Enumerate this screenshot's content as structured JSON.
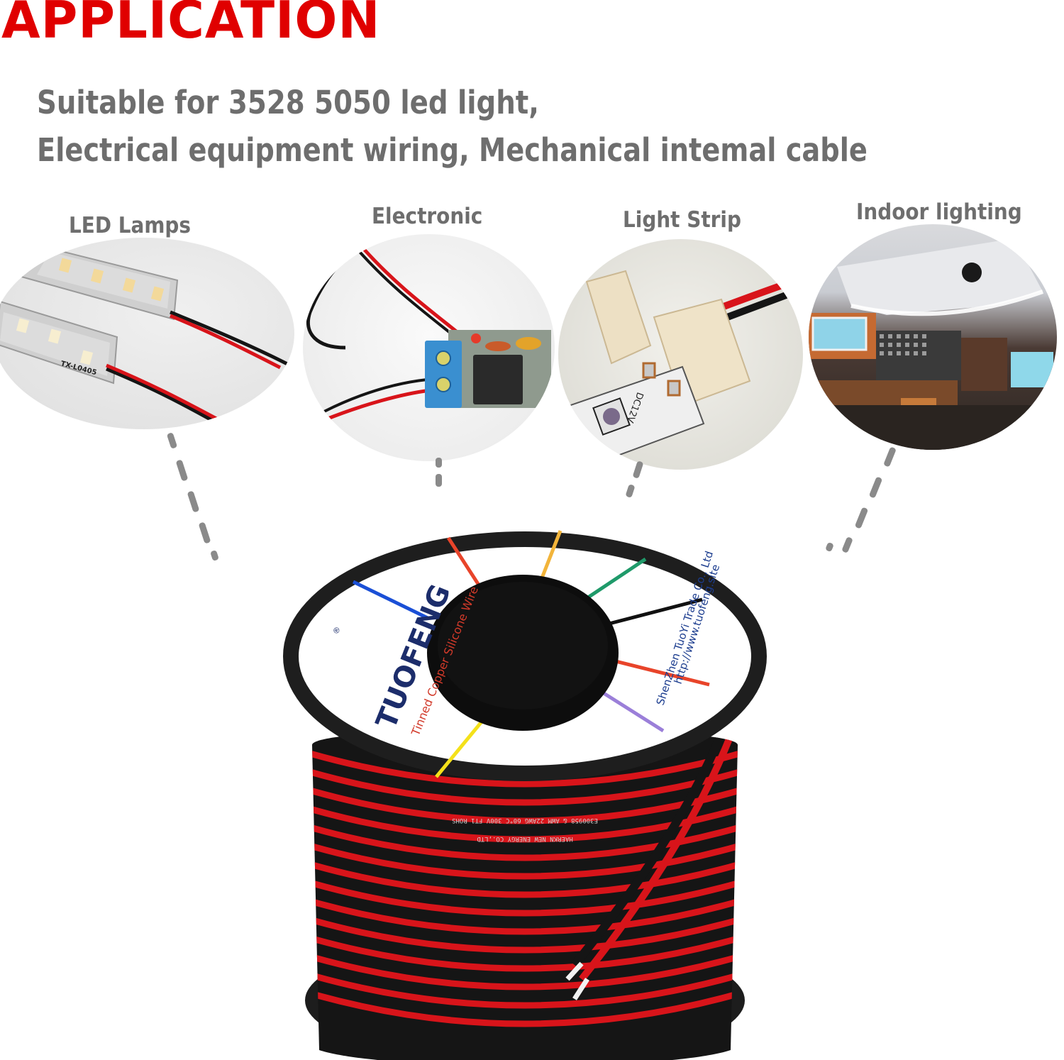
{
  "header": {
    "title": "APPLICATION",
    "subtitle_line1": "Suitable for 3528 5050 led light,",
    "subtitle_line2": "Electrical equipment wiring, Mechanical intemal cable"
  },
  "applications": [
    {
      "label": "LED Lamps",
      "icon": "led-lamp-bars-image",
      "printed_text": "TX-L0405"
    },
    {
      "label": "Electronic",
      "icon": "circuit-board-image"
    },
    {
      "label": "Light Strip",
      "icon": "light-strip-connector-image",
      "printed_text": "DC12V"
    },
    {
      "label": "Indoor lighting",
      "icon": "indoor-room-image"
    }
  ],
  "product": {
    "brand": "TUOFENG",
    "registered_mark": "®",
    "product_line": "Tinned Copper Silicone Wire",
    "company": "ShenZhen TuoYi Trade Co., Ltd",
    "website": "http://www.tuofeng.site",
    "wire_print_1": "E300958 & AWM 22AWG 60°C 300V FT1 ROHS",
    "wire_print_2": "HAERKN NEW ENERGY CO.,LTD",
    "spoke_colors": [
      "#1a4fd6",
      "#e8442a",
      "#f2b43a",
      "#1f9a6a",
      "#111111",
      "#e8442a",
      "#9b7fd9",
      "#f1e8d8",
      "#f4e11a"
    ]
  },
  "colors": {
    "title": "#e00000",
    "text_gray": "#6e6e6e",
    "dash_gray": "#8a8a8a",
    "wire_red": "#d8141a",
    "wire_black": "#151515",
    "brand_navy": "#1c2d6b"
  }
}
